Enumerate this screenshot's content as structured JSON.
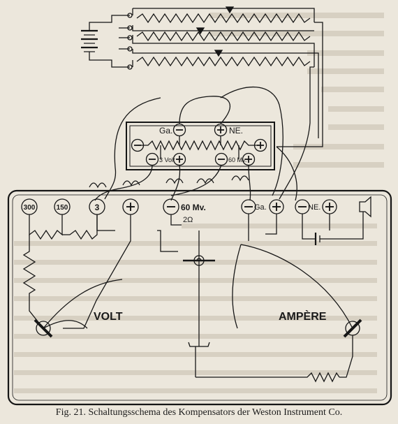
{
  "figure": {
    "caption": "Fig. 21.  Schaltungsschema des Kompensators der Weston Instrument Co."
  },
  "diagram": {
    "upper_box": {
      "galvanometer_label": "Ga.",
      "ne_label": "NE.",
      "volt_range_label": "3 Volt",
      "mv_range_label": "60 Mv."
    },
    "terminals": {
      "t300": "300",
      "t150": "150",
      "t3": "3",
      "mv60": "60 Mv.",
      "ohm2": "2Ω",
      "ga": "Ga.",
      "ne": "NE."
    },
    "meters": {
      "volt": "VOLT",
      "ampere": "AMPÈRE"
    }
  }
}
